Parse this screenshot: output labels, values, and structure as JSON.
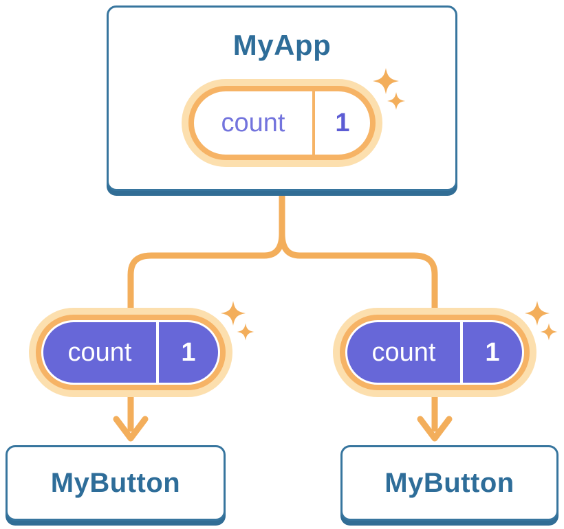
{
  "diagram": {
    "root": {
      "title": "MyApp",
      "state": {
        "label": "count",
        "value": "1"
      }
    },
    "children": [
      {
        "title": "MyButton",
        "prop": {
          "label": "count",
          "value": "1"
        }
      },
      {
        "title": "MyButton",
        "prop": {
          "label": "count",
          "value": "1"
        }
      }
    ]
  },
  "icons": {
    "sparkle": "sparkle-icon",
    "arrow": "arrow-down-icon",
    "connector": "tree-branch-connector"
  },
  "colors": {
    "blue-border": "#37759e",
    "blue-shadow": "#316d95",
    "blue-text": "#2e6d99",
    "orange": "#f6b365",
    "orange-halo": "#fcdfae",
    "orange-line": "#f3ae5b",
    "purple": "#6767d8",
    "purple-text": "#7374dd",
    "purple-dark": "#5c5cd4"
  }
}
